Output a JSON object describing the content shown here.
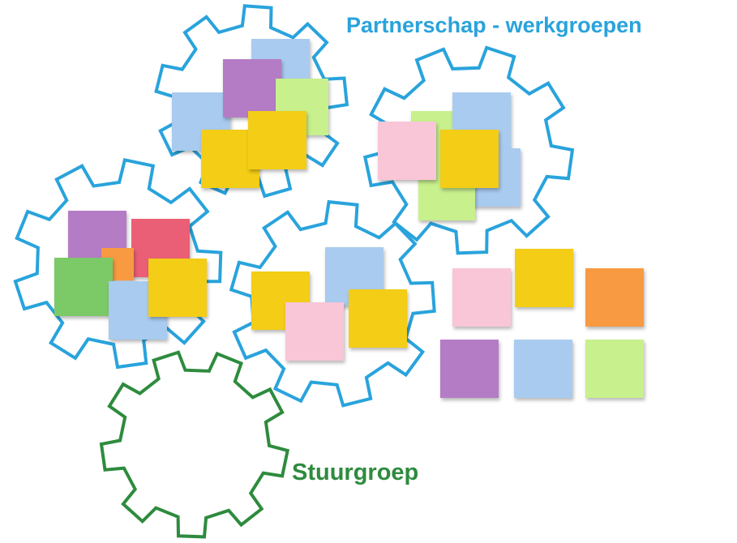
{
  "labels": {
    "partnerschap": "Partnerschap - werkgroepen",
    "stuurgroep": "Stuurgroep"
  },
  "colors": {
    "gear_blue": "#29a3dc",
    "gear_green": "#2e8b3e",
    "title_blue": "#29a3dc",
    "title_green": "#2e8b3e",
    "note_blue": "#a9cbef",
    "note_purple": "#b57cc6",
    "note_lime": "#c8f08d",
    "note_yellow": "#f3cd19",
    "note_pink": "#f9c6d7",
    "note_red": "#ea5f74",
    "note_green": "#7cc968",
    "note_orange": "#f89a42"
  },
  "gears": [
    {
      "name": "gear-top",
      "color": "gear_blue",
      "notes": [
        "note_blue",
        "note_blue",
        "note_purple",
        "note_lime",
        "note_yellow",
        "note_yellow"
      ]
    },
    {
      "name": "gear-right",
      "color": "gear_blue",
      "notes": [
        "note_lime",
        "note_blue",
        "note_blue",
        "note_lime",
        "note_pink",
        "note_yellow"
      ]
    },
    {
      "name": "gear-left",
      "color": "gear_blue",
      "notes": [
        "note_purple",
        "note_red",
        "note_orange",
        "note_green",
        "note_blue",
        "note_yellow"
      ]
    },
    {
      "name": "gear-center",
      "color": "gear_blue",
      "notes": [
        "note_blue",
        "note_yellow",
        "note_pink",
        "note_yellow"
      ]
    },
    {
      "name": "gear-stuurgroep",
      "color": "gear_green",
      "notes": []
    }
  ],
  "loose_notes": [
    "note_pink",
    "note_yellow",
    "note_orange",
    "note_purple",
    "note_blue",
    "note_lime"
  ]
}
